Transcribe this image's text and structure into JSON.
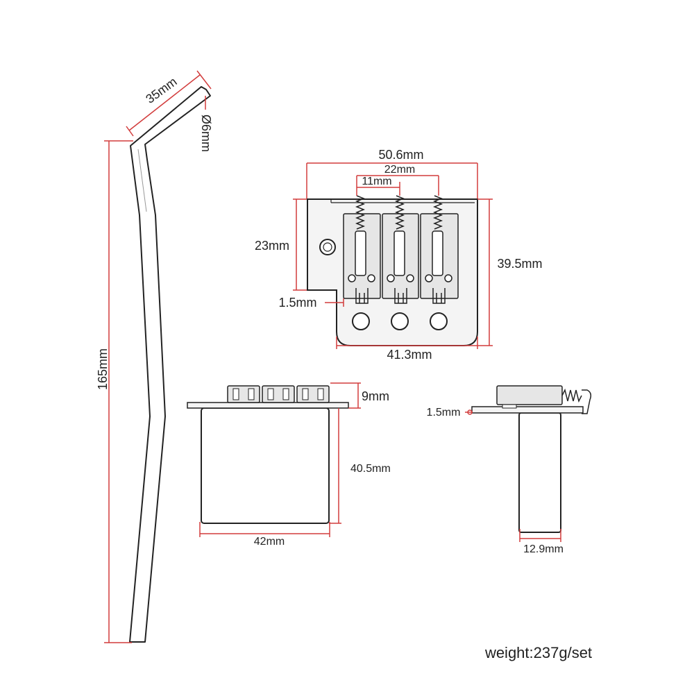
{
  "diagram": {
    "colors": {
      "line": "#222222",
      "dimension": "#d23c3c",
      "plate_fill": "#f4f4f4",
      "saddle_fill": "#e6e6e6"
    },
    "arm": {
      "length_label": "165mm",
      "tip_label": "35mm",
      "diameter_label": "Ø6mm"
    },
    "top_view": {
      "overall_width_label": "50.6mm",
      "outer_saddle_spacing_label": "22mm",
      "saddle_spacing_label": "11mm",
      "notch_height_label": "23mm",
      "overall_height_label": "39.5mm",
      "notch_step_label": "1.5mm",
      "bottom_width_label": "41.3mm"
    },
    "front_view": {
      "saddle_height_label": "9mm",
      "block_height_label": "40.5mm",
      "block_width_label": "42mm"
    },
    "side_view": {
      "plate_thickness_label": "1.5mm",
      "block_depth_label": "12.9mm"
    },
    "weight_label": "weight:237g/set"
  }
}
